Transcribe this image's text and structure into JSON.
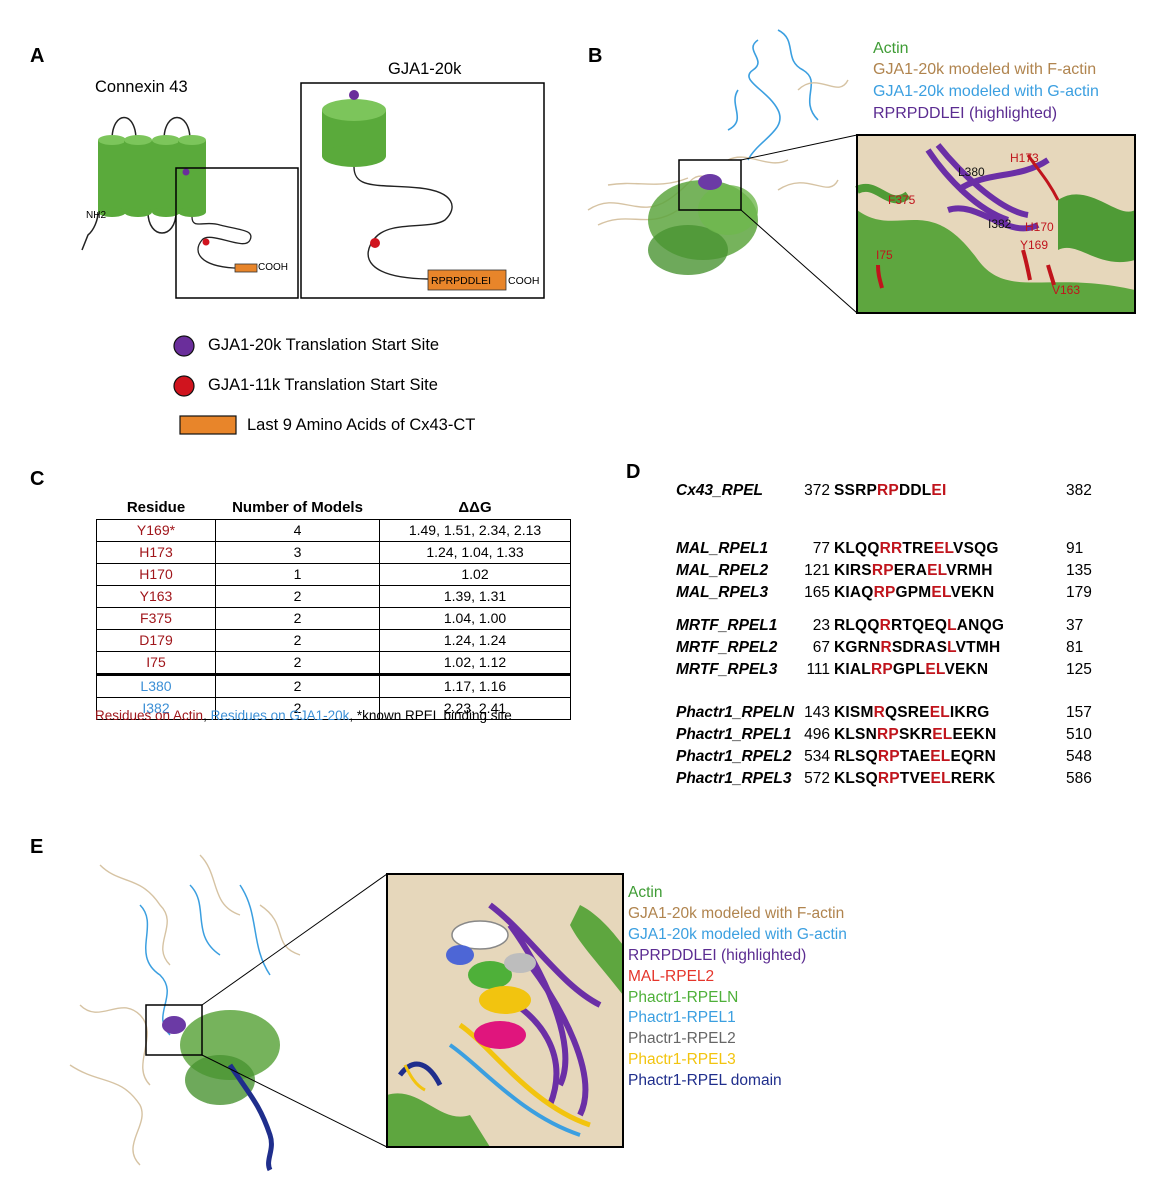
{
  "panels": {
    "A": {
      "label": "A",
      "connexin_title": "Connexin 43",
      "nh2_label": "NH2",
      "cooh_label_small": "COOH",
      "gja1_title": "GJA1-20k",
      "motif_box_label": "RPRPDDLEI",
      "cooh_label_large": "COOH",
      "legend": [
        {
          "text": "GJA1-20k Translation Start Site",
          "color": "#6a2e9b",
          "shape": "circle"
        },
        {
          "text": "GJA1-11k Translation Start Site",
          "color": "#d0141e",
          "shape": "circle"
        },
        {
          "text": "Last 9 Amino Acids of Cx43-CT",
          "color": "#e8852a",
          "shape": "rect"
        }
      ],
      "colors": {
        "membrane": "#5aaa3b",
        "purple": "#6a2e9b",
        "red": "#d0141e",
        "orange": "#e8852a"
      }
    },
    "B": {
      "label": "B",
      "legend": [
        {
          "text": "Actin",
          "color": "#3f9c35"
        },
        {
          "text": "GJA1-20k modeled with F-actin",
          "color": "#b0844e"
        },
        {
          "text": "GJA1-20k modeled with G-actin",
          "color": "#3b9fe0"
        },
        {
          "text": "RPRPDDLEI (highlighted)",
          "color": "#5b2c91"
        }
      ],
      "residue_labels": [
        "H173",
        "L380",
        "F375",
        "I382",
        "H170",
        "Y169",
        "I75",
        "V163"
      ]
    },
    "C": {
      "label": "C",
      "headers": [
        "Residue",
        "Number of Models",
        "ΔΔG"
      ],
      "rows": [
        {
          "residue": "Y169*",
          "models": "4",
          "ddg": "1.49, 1.51, 2.34, 2.13",
          "kind": "actin"
        },
        {
          "residue": "H173",
          "models": "3",
          "ddg": "1.24, 1.04, 1.33",
          "kind": "actin"
        },
        {
          "residue": "H170",
          "models": "1",
          "ddg": "1.02",
          "kind": "actin"
        },
        {
          "residue": "Y163",
          "models": "2",
          "ddg": "1.39, 1.31",
          "kind": "actin"
        },
        {
          "residue": "F375",
          "models": "2",
          "ddg": "1.04, 1.00",
          "kind": "actin"
        },
        {
          "residue": "D179",
          "models": "2",
          "ddg": "1.24, 1.24",
          "kind": "actin"
        },
        {
          "residue": "I75",
          "models": "2",
          "ddg": "1.02, 1.12",
          "kind": "actin"
        },
        {
          "residue": "L380",
          "models": "2",
          "ddg": "1.17, 1.16",
          "kind": "gja1"
        },
        {
          "residue": "I382",
          "models": "2",
          "ddg": "2.23, 2.41",
          "kind": "gja1"
        }
      ],
      "footnote": {
        "part1": "Residues on Actin",
        "sep": ", ",
        "part2": "Residues on GJA1-20k",
        "part3": ", *known RPEL binding site"
      },
      "colors": {
        "actin": "#a0161b",
        "gja1": "#3b8fd6"
      }
    },
    "D": {
      "label": "D",
      "groups": [
        [
          {
            "name": "Cx43_RPEL",
            "start": "372",
            "segments": [
              [
                "SSRP",
                ""
              ],
              [
                "RP",
                "hl"
              ],
              [
                "DDL",
                ""
              ],
              [
                "EI",
                "hl"
              ]
            ],
            "end": "382"
          }
        ],
        [
          {
            "name": "MAL_RPEL1",
            "start": "77",
            "segments": [
              [
                "KLQQ",
                ""
              ],
              [
                "RR",
                "hl"
              ],
              [
                "TRE",
                ""
              ],
              [
                "EL",
                "hl"
              ],
              [
                "VSQG",
                ""
              ]
            ],
            "end": "91"
          },
          {
            "name": "MAL_RPEL2",
            "start": "121",
            "segments": [
              [
                "KIRS",
                ""
              ],
              [
                "RP",
                "hl"
              ],
              [
                "ERA",
                ""
              ],
              [
                "EL",
                "hl"
              ],
              [
                "VRMH",
                ""
              ]
            ],
            "end": "135"
          },
          {
            "name": "MAL_RPEL3",
            "start": "165",
            "segments": [
              [
                "KIAQ",
                ""
              ],
              [
                "RP",
                "hl"
              ],
              [
                "GPM",
                ""
              ],
              [
                "EL",
                "hl"
              ],
              [
                "VEKN",
                ""
              ]
            ],
            "end": "179"
          }
        ],
        [
          {
            "name": "MRTF_RPEL1",
            "start": "23",
            "segments": [
              [
                "RLQQ",
                ""
              ],
              [
                "R",
                "hl"
              ],
              [
                "RTQEQ",
                ""
              ],
              [
                "L",
                "hl"
              ],
              [
                "ANQG",
                ""
              ]
            ],
            "end": "37"
          },
          {
            "name": "MRTF_RPEL2",
            "start": "67",
            "segments": [
              [
                "KGRN",
                ""
              ],
              [
                "R",
                "hl"
              ],
              [
                "SDRAS",
                ""
              ],
              [
                "L",
                "hl"
              ],
              [
                "VTMH",
                ""
              ]
            ],
            "end": "81"
          },
          {
            "name": "MRTF_RPEL3",
            "start": "111",
            "segments": [
              [
                "KIAL",
                ""
              ],
              [
                "RP",
                "hl"
              ],
              [
                "GPL",
                ""
              ],
              [
                "EL",
                "hl"
              ],
              [
                "VEKN",
                ""
              ]
            ],
            "end": "125"
          }
        ],
        [
          {
            "name": "Phactr1_RPELN",
            "start": "143",
            "segments": [
              [
                "KISM",
                ""
              ],
              [
                "R",
                "hl"
              ],
              [
                "QSRE",
                ""
              ],
              [
                "EL",
                "hl"
              ],
              [
                "IKRG",
                ""
              ]
            ],
            "end": "157"
          },
          {
            "name": "Phactr1_RPEL1",
            "start": "496",
            "segments": [
              [
                "KLSN",
                ""
              ],
              [
                "RP",
                "hl"
              ],
              [
                "SKR",
                ""
              ],
              [
                "EL",
                "hl"
              ],
              [
                "EEKN",
                ""
              ]
            ],
            "end": "510"
          },
          {
            "name": "Phactr1_RPEL2",
            "start": "534",
            "segments": [
              [
                "RLSQ",
                ""
              ],
              [
                "RP",
                "hl"
              ],
              [
                "TAE",
                ""
              ],
              [
                "EL",
                "hl"
              ],
              [
                "EQRN",
                ""
              ]
            ],
            "end": "548"
          },
          {
            "name": "Phactr1_RPEL3",
            "start": "572",
            "segments": [
              [
                "KLSQ",
                ""
              ],
              [
                "RP",
                "hl"
              ],
              [
                "TVE",
                ""
              ],
              [
                "EL",
                "hl"
              ],
              [
                "RERK",
                ""
              ]
            ],
            "end": "586"
          }
        ]
      ]
    },
    "E": {
      "label": "E",
      "legend": [
        {
          "text": "Actin",
          "color": "#3f9c35"
        },
        {
          "text": "GJA1-20k modeled with F-actin",
          "color": "#b0844e"
        },
        {
          "text": "GJA1-20k modeled with G-actin",
          "color": "#3b9fe0"
        },
        {
          "text": "RPRPDDLEI (highlighted)",
          "color": "#5b2c91"
        },
        {
          "text": "MAL-RPEL2",
          "color": "#e5352b"
        },
        {
          "text": "Phactr1-RPELN",
          "color": "#4eb039"
        },
        {
          "text": "Phactr1-RPEL1",
          "color": "#3b9fe0"
        },
        {
          "text": "Phactr1-RPEL2",
          "color": "#666666"
        },
        {
          "text": "Phactr1-RPEL3",
          "color": "#f2c40f"
        },
        {
          "text": "Phactr1-RPEL domain",
          "color": "#1f2e8c"
        }
      ]
    }
  }
}
